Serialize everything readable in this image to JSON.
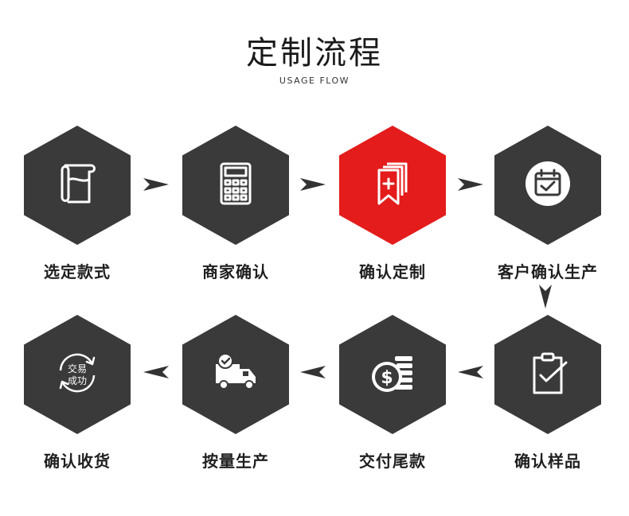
{
  "header": {
    "title": "定制流程",
    "subtitle": "USAGE FLOW"
  },
  "steps": [
    {
      "label": "选定款式",
      "icon": "scroll-icon",
      "active": false
    },
    {
      "label": "商家确认",
      "icon": "calculator-icon",
      "active": false
    },
    {
      "label": "确认定制",
      "icon": "bookmark-plus-icon",
      "active": true
    },
    {
      "label": "客户确认生产",
      "icon": "calendar-check-icon",
      "active": false
    },
    {
      "label": "确认样品",
      "icon": "clipboard-check-icon",
      "active": false
    },
    {
      "label": "交付尾款",
      "icon": "dollar-coins-icon",
      "active": false
    },
    {
      "label": "按量生产",
      "icon": "delivery-truck-icon",
      "active": false
    },
    {
      "label": "确认收货",
      "icon": "deal-success-icon",
      "active": false
    }
  ],
  "deal_badge": {
    "line1": "交易",
    "line2": "成功"
  },
  "colors": {
    "hex": "#3a3a3a",
    "active": "#e41c1c",
    "arrow": "#333333"
  }
}
